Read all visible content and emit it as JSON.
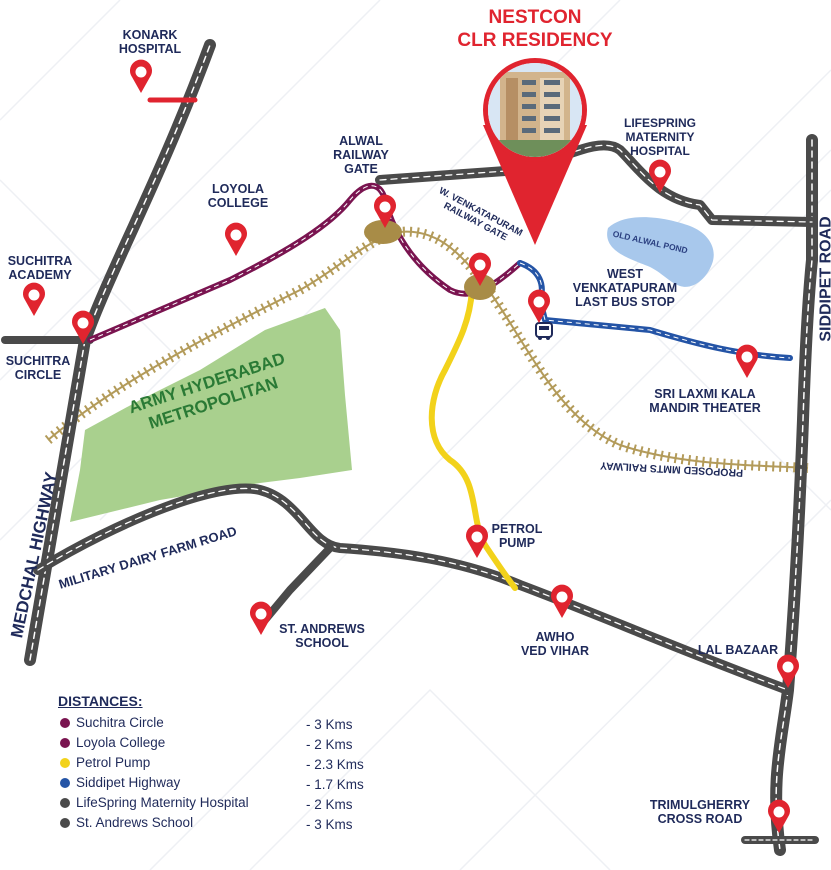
{
  "project": {
    "title_line1": "NESTCON",
    "title_line2": "CLR RESIDENCY",
    "title_color": "#e0242f"
  },
  "roads": {
    "medchal_highway": "MEDCHAL HIGHWAY",
    "siddipet_road": "SIDDIPET ROAD",
    "military_dairy_farm_road": "MILITARY DAIRY FARM ROAD",
    "proposed_mmts_railway": "PROPOSED MMTS RAILWAY"
  },
  "areas": {
    "army_line1": "ARMY HYDERABAD",
    "army_line2": "METROPOLITAN",
    "old_alwal_pond": "OLD ALWAL POND"
  },
  "places": {
    "konark_hospital": [
      "KONARK",
      "HOSPITAL"
    ],
    "loyola_college": [
      "LOYOLA",
      "COLLEGE"
    ],
    "suchitra_academy": [
      "SUCHITRA",
      "ACADEMY"
    ],
    "suchitra_circle": [
      "SUCHITRA",
      "CIRCLE"
    ],
    "alwal_railway_gate": [
      "ALWAL",
      "RAILWAY",
      "GATE"
    ],
    "w_venkatapuram_railway_gate": [
      "W. VENKATAPURAM",
      "RAILWAY GATE"
    ],
    "lifespring_maternity_hospital": [
      "LIFESPRING",
      "MATERNITY",
      "HOSPITAL"
    ],
    "west_venkatapuram_last_bus_stop": [
      "WEST",
      "VENKATAPURAM",
      "LAST BUS STOP"
    ],
    "sri_laxmi_kala_mandir_theater": [
      "SRI LAXMI KALA",
      "MANDIR THEATER"
    ],
    "petrol_pump": [
      "PETROL",
      "PUMP"
    ],
    "st_andrews_school": [
      "ST. ANDREWS",
      "SCHOOL"
    ],
    "awho_ved_vihar": [
      "AWHO",
      "VED VIHAR"
    ],
    "lal_bazaar": [
      "LAL BAZAAR"
    ],
    "trimulgherry_cross_road": [
      "TRIMULGHERRY",
      "CROSS ROAD"
    ]
  },
  "legend": {
    "title": "DISTANCES:",
    "items": [
      {
        "name": "Suchitra Circle",
        "distance": "- 3 Kms",
        "color": "#7a1450"
      },
      {
        "name": "Loyola College",
        "distance": "- 2 Kms",
        "color": "#7a1450"
      },
      {
        "name": "Petrol Pump",
        "distance": "- 2.3 Kms",
        "color": "#f2d21b"
      },
      {
        "name": "Siddipet Highway",
        "distance": "- 1.7 Kms",
        "color": "#2454a6"
      },
      {
        "name": "LifeSpring Maternity Hospital",
        "distance": "- 2 Kms",
        "color": "#4a4a4a"
      },
      {
        "name": "St. Andrews School",
        "distance": "- 3 Kms",
        "color": "#4a4a4a"
      }
    ]
  },
  "colors": {
    "pin": "#e0242f",
    "road_grey": "#4a4a4a",
    "route_maroon": "#7a1450",
    "route_yellow": "#f2d21b",
    "route_blue": "#2454a6",
    "park_green": "#a9d08e",
    "pond_blue": "#a8c8ec",
    "railway": "#b39b5a",
    "text_navy": "#1f2a5a"
  },
  "icons": [
    "map-pin-icon",
    "bus-icon",
    "building-photo-icon"
  ]
}
